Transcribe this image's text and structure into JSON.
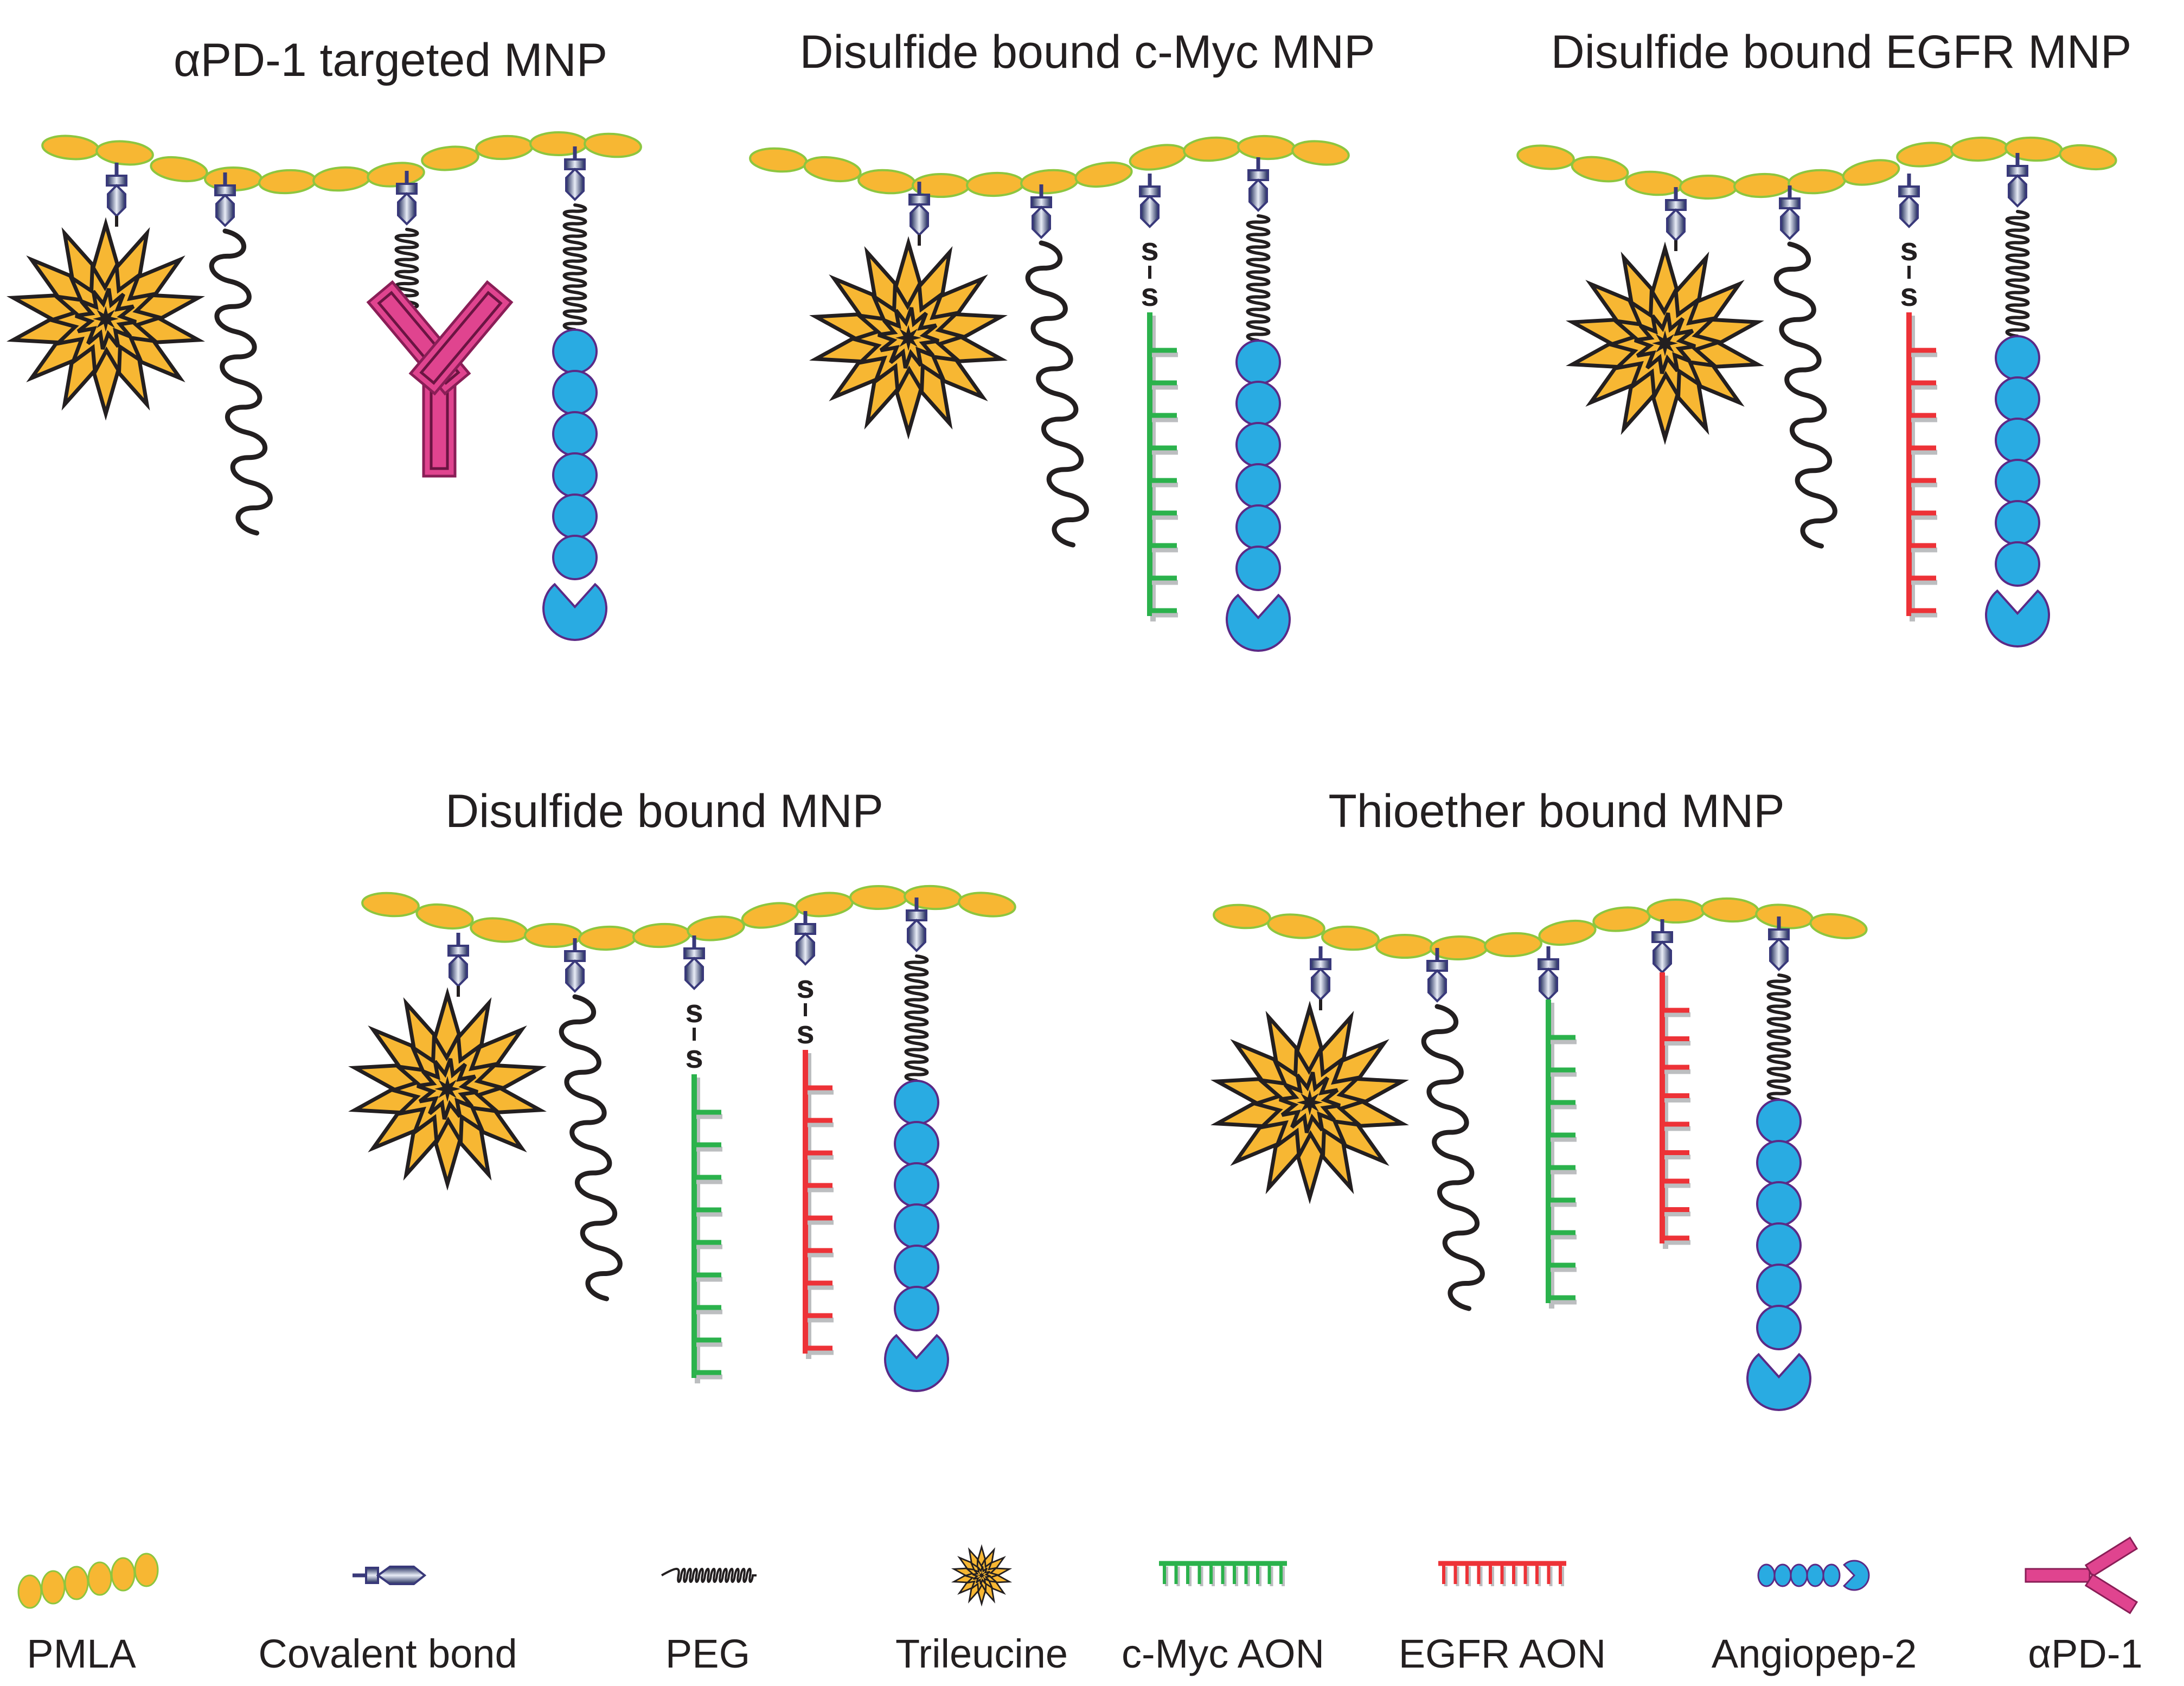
{
  "panels": [
    {
      "title": "αPD-1 targeted MNP",
      "strands": [
        "trileucine",
        "peg",
        "apd1",
        "angiopep"
      ]
    },
    {
      "title": "Disulfide bound c-Myc MNP",
      "strands": [
        "trileucine",
        "peg",
        "cmyc_ss",
        "angiopep"
      ]
    },
    {
      "title": "Disulfide bound EGFR MNP",
      "strands": [
        "trileucine",
        "peg",
        "egfr_ss",
        "angiopep"
      ]
    },
    {
      "title": "Disulfide bound MNP",
      "strands": [
        "trileucine",
        "peg",
        "cmyc_ss",
        "egfr_ss",
        "angiopep"
      ]
    },
    {
      "title": "Thioether bound MNP",
      "strands": [
        "trileucine",
        "peg",
        "cmyc",
        "egfr",
        "angiopep"
      ]
    }
  ],
  "disulfide_label": "s",
  "legend": [
    {
      "icon": "pmla",
      "label": "PMLA"
    },
    {
      "icon": "covalent",
      "label": "Covalent bond"
    },
    {
      "icon": "peg",
      "label": "PEG"
    },
    {
      "icon": "trileucine",
      "label": "Trileucine"
    },
    {
      "icon": "cmyc",
      "label": "c-Myc AON"
    },
    {
      "icon": "egfr",
      "label": "EGFR AON"
    },
    {
      "icon": "angiopep",
      "label": "Angiopep-2"
    },
    {
      "icon": "apd1",
      "label": "αPD-1"
    }
  ],
  "colors": {
    "pmla": "#f7b733",
    "pmla_edge": "#8dc63f",
    "linker": "#39397a",
    "star": "#f7b733",
    "peg": "#231f20",
    "cmyc": "#2bb24c",
    "egfr": "#ed3237",
    "angiopep": "#29abe2",
    "angiopep_edge": "#5b2a86",
    "apd1": "#e0448f",
    "shadow": "#bcbec0"
  }
}
